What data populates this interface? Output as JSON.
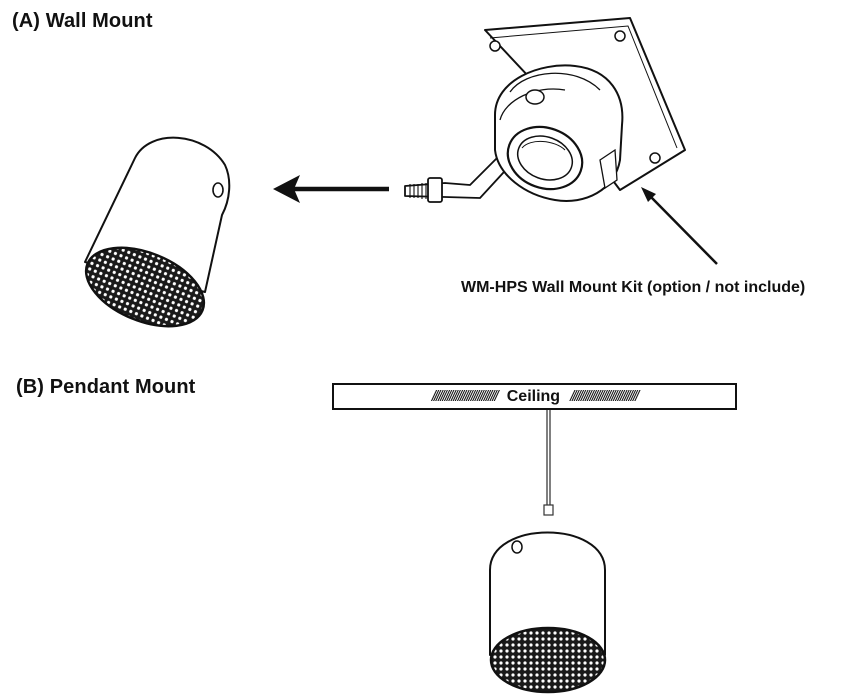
{
  "section_a": {
    "title": "(A) Wall Mount"
  },
  "section_b": {
    "title": "(B) Pendant Mount"
  },
  "kit_label": "WM-HPS Wall Mount Kit (option / not include)",
  "ceiling": {
    "label": "Ceiling",
    "hatch_left": "//////////////////////////////",
    "hatch_right": "///////////////////////////////"
  },
  "colors": {
    "line": "#111111",
    "grille": "#222222",
    "background": "#ffffff"
  }
}
